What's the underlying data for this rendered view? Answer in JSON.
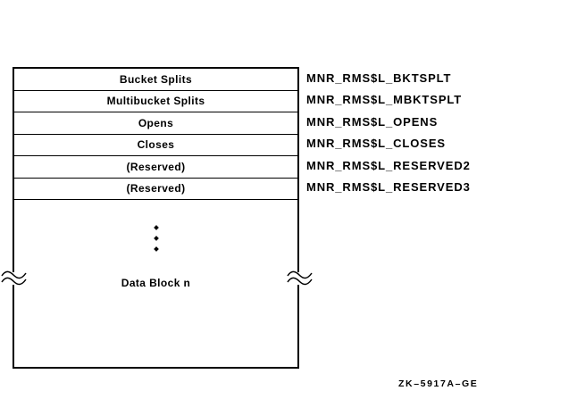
{
  "diagram": {
    "background_color": "#ffffff",
    "ink_color": "#000000",
    "rows": [
      {
        "label": "Bucket Splits",
        "symbol": "MNR_RMS$L_BKTSPLT"
      },
      {
        "label": "Multibucket Splits",
        "symbol": "MNR_RMS$L_MBKTSPLT"
      },
      {
        "label": "Opens",
        "symbol": "MNR_RMS$L_OPENS"
      },
      {
        "label": "Closes",
        "symbol": "MNR_RMS$L_CLOSES"
      },
      {
        "label": "(Reserved)",
        "symbol": "MNR_RMS$L_RESERVED2"
      },
      {
        "label": "(Reserved)",
        "symbol": "MNR_RMS$L_RESERVED3"
      }
    ],
    "data_block_label": "Data Block n",
    "figure_id": "ZK–5917A–GE"
  }
}
